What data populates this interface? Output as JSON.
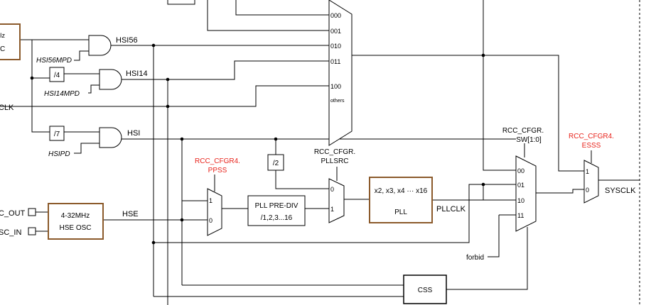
{
  "signals": {
    "hsi56": "HSI56",
    "hsi14": "HSI14",
    "hsi": "HSI",
    "hse": "HSE",
    "pllclk": "PLLCLK",
    "sysclk": "SYSCLK",
    "clk_in_partial": "CLK",
    "osc_out_partial": "C_OUT",
    "osc_in_partial": "SC_IN",
    "hz_partial": "Iz",
    "osc_c_partial": "C",
    "forbid": "forbid"
  },
  "controls": {
    "hsi56mpd": "HSI56MPD",
    "hsi14mpd": "HSI14MPD",
    "hsipd": "HSIPD"
  },
  "dividers": {
    "div4": "/4",
    "div7": "/7",
    "div2": "/2"
  },
  "blocks": {
    "hse_osc_line1": "4-32MHz",
    "hse_osc_line2": "HSE OSC",
    "pll_prediv_line1": "PLL PRE-DIV",
    "pll_prediv_line2": "/1,2,3...16",
    "pll_mult": "x2, x3, x4 ··· x16",
    "pll": "PLL",
    "css": "CSS"
  },
  "registers": {
    "ppss_line1": "RCC_CFGR4.",
    "ppss_line2": "PPSS",
    "pllsrc_line1": "RCC_CFGR.",
    "pllsrc_line2": "PLLSRC",
    "sw_line1": "RCC_CFGR.",
    "sw_line2": "SW[1:0]",
    "esss_line1": "RCC_CFGR4.",
    "esss_line2": "ESSS"
  },
  "mux_inputs": {
    "top_mux": [
      "000",
      "001",
      "010",
      "011",
      "100",
      "others"
    ],
    "ppss_mux": [
      "1",
      "0"
    ],
    "pllsrc_mux": [
      "0",
      "1"
    ],
    "sw_mux": [
      "00",
      "01",
      "10",
      "11"
    ],
    "esss_mux": [
      "1",
      "0"
    ]
  },
  "colors": {
    "register_red": "#e8231b",
    "block_border_brown": "#8b5a2b"
  }
}
